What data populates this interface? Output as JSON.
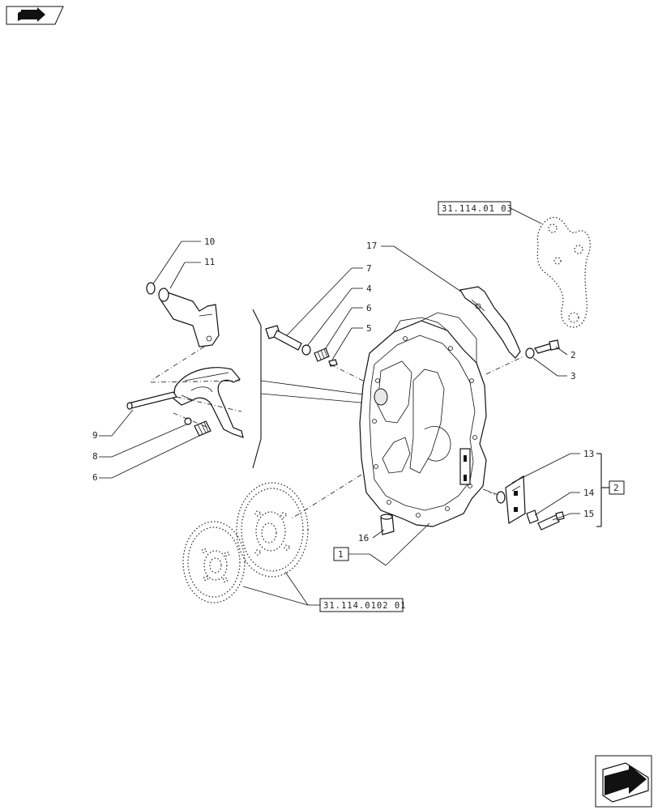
{
  "nav": {
    "prev_icon": "back-arrow-icon",
    "next_icon": "forward-arrow-icon"
  },
  "references": {
    "top_right": "31.114.01 03",
    "bottom": "31.114.0102 01"
  },
  "boxes": {
    "box1": "1",
    "box2": "2"
  },
  "callouts": [
    "10",
    "11",
    "7",
    "4",
    "6",
    "5",
    "17",
    "2",
    "3",
    "9",
    "8",
    "6",
    "13",
    "14",
    "15",
    "16"
  ]
}
